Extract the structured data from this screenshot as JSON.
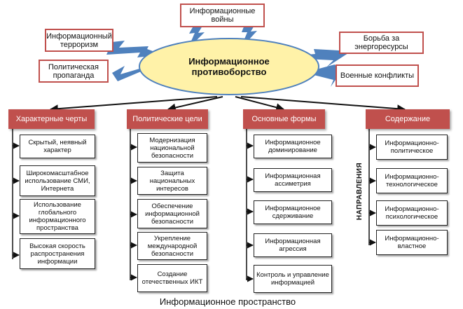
{
  "center": "Информационное противоборство",
  "threats": [
    "Информационные войны",
    "Информационный терроризм",
    "Политическая пропаганда",
    "Борьба за энергоресурсы",
    "Военные конфликты"
  ],
  "columns": [
    {
      "header": "Характерные черты",
      "items": [
        "Скрытый, неявный характер",
        "Широкомасштабное использование СМИ, Интернета",
        "Использование глобального информационного пространства",
        "Высокая скорость распространения информации"
      ]
    },
    {
      "header": "Политические цели",
      "items": [
        "Модернизация национальной безопасности",
        "Защита национальных интересов",
        "Обеспечение информационной безопасности",
        "Укрепление международной безопасности",
        "Создание отечественных ИКТ"
      ]
    },
    {
      "header": "Основные формы",
      "items": [
        "Информационное доминирование",
        "Информационная ассиметрия",
        "Информационное сдерживание",
        "Информационная агрессия",
        "Контроль и управление информацией"
      ]
    },
    {
      "header": "Содержание",
      "items": [
        "Информационно-политическое",
        "Информационно-технологическое",
        "Информационно-психологическое",
        "Информационно-властное"
      ]
    }
  ],
  "directions_label": "НАПРАВЛЕНИЯ",
  "footer": "Информационное пространство",
  "colors": {
    "header_fill": "#c0504d",
    "ellipse_fill": "#fff2a8",
    "ellipse_stroke": "#4f81bd",
    "lightning_fill": "#4f81bd"
  }
}
